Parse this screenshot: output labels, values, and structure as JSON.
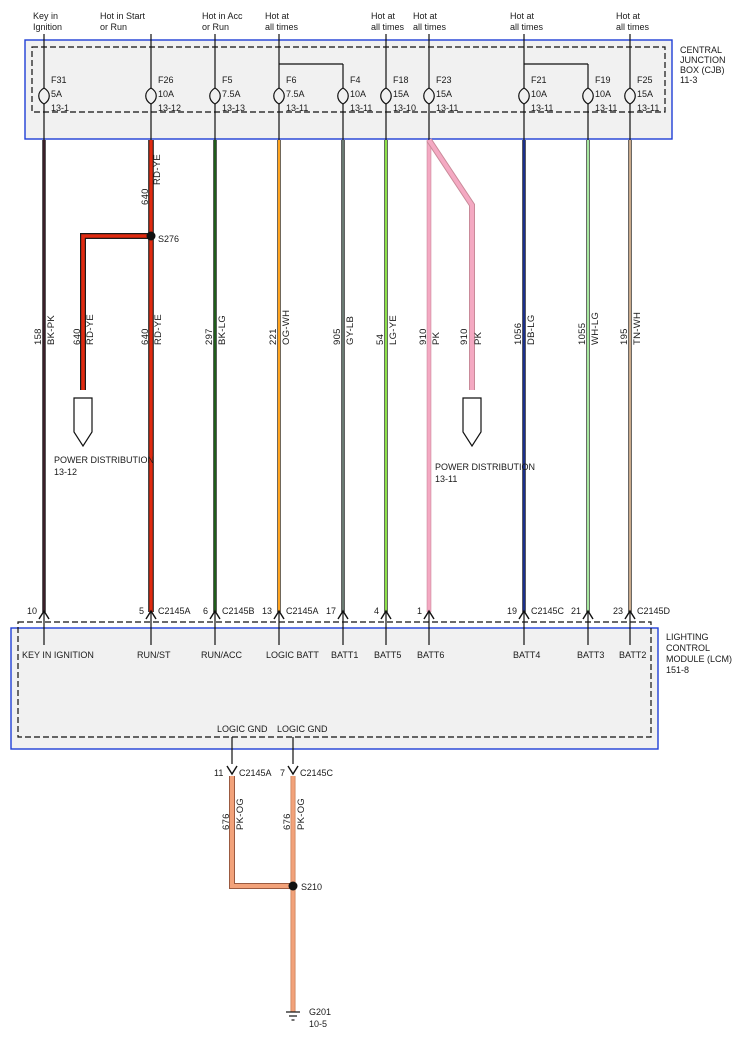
{
  "colors": {
    "box_border": "#1f3fd6",
    "box_fill": "#f1f1f1",
    "BK-PK": "#3a1f29",
    "RD-YE": "#e02a10",
    "BK-LG": "#1f5c1a",
    "OG-WH": "#ffa420",
    "GY-LB": "#6a7a72",
    "LG-YE": "#8de04a",
    "PK": "#f4a9c2",
    "DB-LG": "#1b2f8a",
    "WH-LG": "#a8e8a0",
    "TN-WH": "#c9a98a",
    "PK-OG": "#f2a27a"
  },
  "cjb": {
    "label_lines": [
      "CENTRAL",
      "JUNCTION",
      "BOX (CJB)",
      "11-3"
    ],
    "headers": [
      [
        "Key in",
        "Ignition"
      ],
      [
        "Hot in Start",
        "or Run"
      ],
      [
        "Hot in Acc",
        "or Run"
      ],
      [
        "Hot at",
        "all times"
      ],
      [
        "Hot at",
        "all times"
      ],
      [
        "Hot at",
        "all times"
      ],
      [
        "Hot at",
        "all times"
      ],
      [
        "Hot at",
        "all times"
      ]
    ],
    "fuses": [
      {
        "name": "F31",
        "amps": "5A",
        "ref": "13-1"
      },
      {
        "name": "F26",
        "amps": "10A",
        "ref": "13-12"
      },
      {
        "name": "F5",
        "amps": "7.5A",
        "ref": "13-13"
      },
      {
        "name": "F6",
        "amps": "7.5A",
        "ref": "13-11"
      },
      {
        "name": "F4",
        "amps": "10A",
        "ref": "13-11"
      },
      {
        "name": "F18",
        "amps": "15A",
        "ref": "13-10"
      },
      {
        "name": "F23",
        "amps": "15A",
        "ref": "13-11"
      },
      {
        "name": "F21",
        "amps": "10A",
        "ref": "13-11"
      },
      {
        "name": "F19",
        "amps": "10A",
        "ref": "13-11"
      },
      {
        "name": "F25",
        "amps": "15A",
        "ref": "13-11"
      }
    ]
  },
  "wires": {
    "upper_640": {
      "circuit": "640",
      "color": "RD-YE"
    },
    "splice_s276": "S276",
    "branch_640": {
      "circuit": "640",
      "color": "RD-YE"
    },
    "branch_910": {
      "circuit": "910",
      "color": "PK"
    },
    "main": [
      {
        "circuit": "158",
        "color": "BK-PK"
      },
      {
        "circuit": "640",
        "color": "RD-YE"
      },
      {
        "circuit": "297",
        "color": "BK-LG"
      },
      {
        "circuit": "221",
        "color": "OG-WH"
      },
      {
        "circuit": "905",
        "color": "GY-LB"
      },
      {
        "circuit": "54",
        "color": "LG-YE"
      },
      {
        "circuit": "910",
        "color": "PK"
      },
      {
        "circuit": "1056",
        "color": "DB-LG"
      },
      {
        "circuit": "1055",
        "color": "WH-LG"
      },
      {
        "circuit": "195",
        "color": "TN-WH"
      }
    ]
  },
  "power_distribution": [
    {
      "label": "POWER DISTRIBUTION",
      "ref": "13-12"
    },
    {
      "label": "POWER DISTRIBUTION",
      "ref": "13-11"
    }
  ],
  "pins": [
    {
      "pin": "10",
      "connector": ""
    },
    {
      "pin": "5",
      "connector": "C2145A"
    },
    {
      "pin": "6",
      "connector": "C2145B"
    },
    {
      "pin": "13",
      "connector": "C2145A"
    },
    {
      "pin": "17",
      "connector": ""
    },
    {
      "pin": "4",
      "connector": ""
    },
    {
      "pin": "1",
      "connector": ""
    },
    {
      "pin": "19",
      "connector": "C2145C"
    },
    {
      "pin": "21",
      "connector": ""
    },
    {
      "pin": "23",
      "connector": "C2145D"
    }
  ],
  "lcm": {
    "label_lines": [
      "LIGHTING",
      "CONTROL",
      "MODULE (LCM)",
      "151-8"
    ],
    "inputs": [
      "KEY IN IGNITION",
      "RUN/ST",
      "RUN/ACC",
      "LOGIC BATT",
      "BATT1",
      "BATT5",
      "BATT6",
      "BATT4",
      "BATT3",
      "BATT2"
    ],
    "grounds": [
      "LOGIC GND",
      "LOGIC GND"
    ]
  },
  "ground_pins": [
    {
      "pin": "11",
      "connector": "C2145A"
    },
    {
      "pin": "7",
      "connector": "C2145C"
    }
  ],
  "ground_wires": [
    {
      "circuit": "676",
      "color": "PK-OG"
    },
    {
      "circuit": "676",
      "color": "PK-OG"
    }
  ],
  "splice_s210": "S210",
  "ground_point": {
    "name": "G201",
    "ref": "10-5"
  }
}
